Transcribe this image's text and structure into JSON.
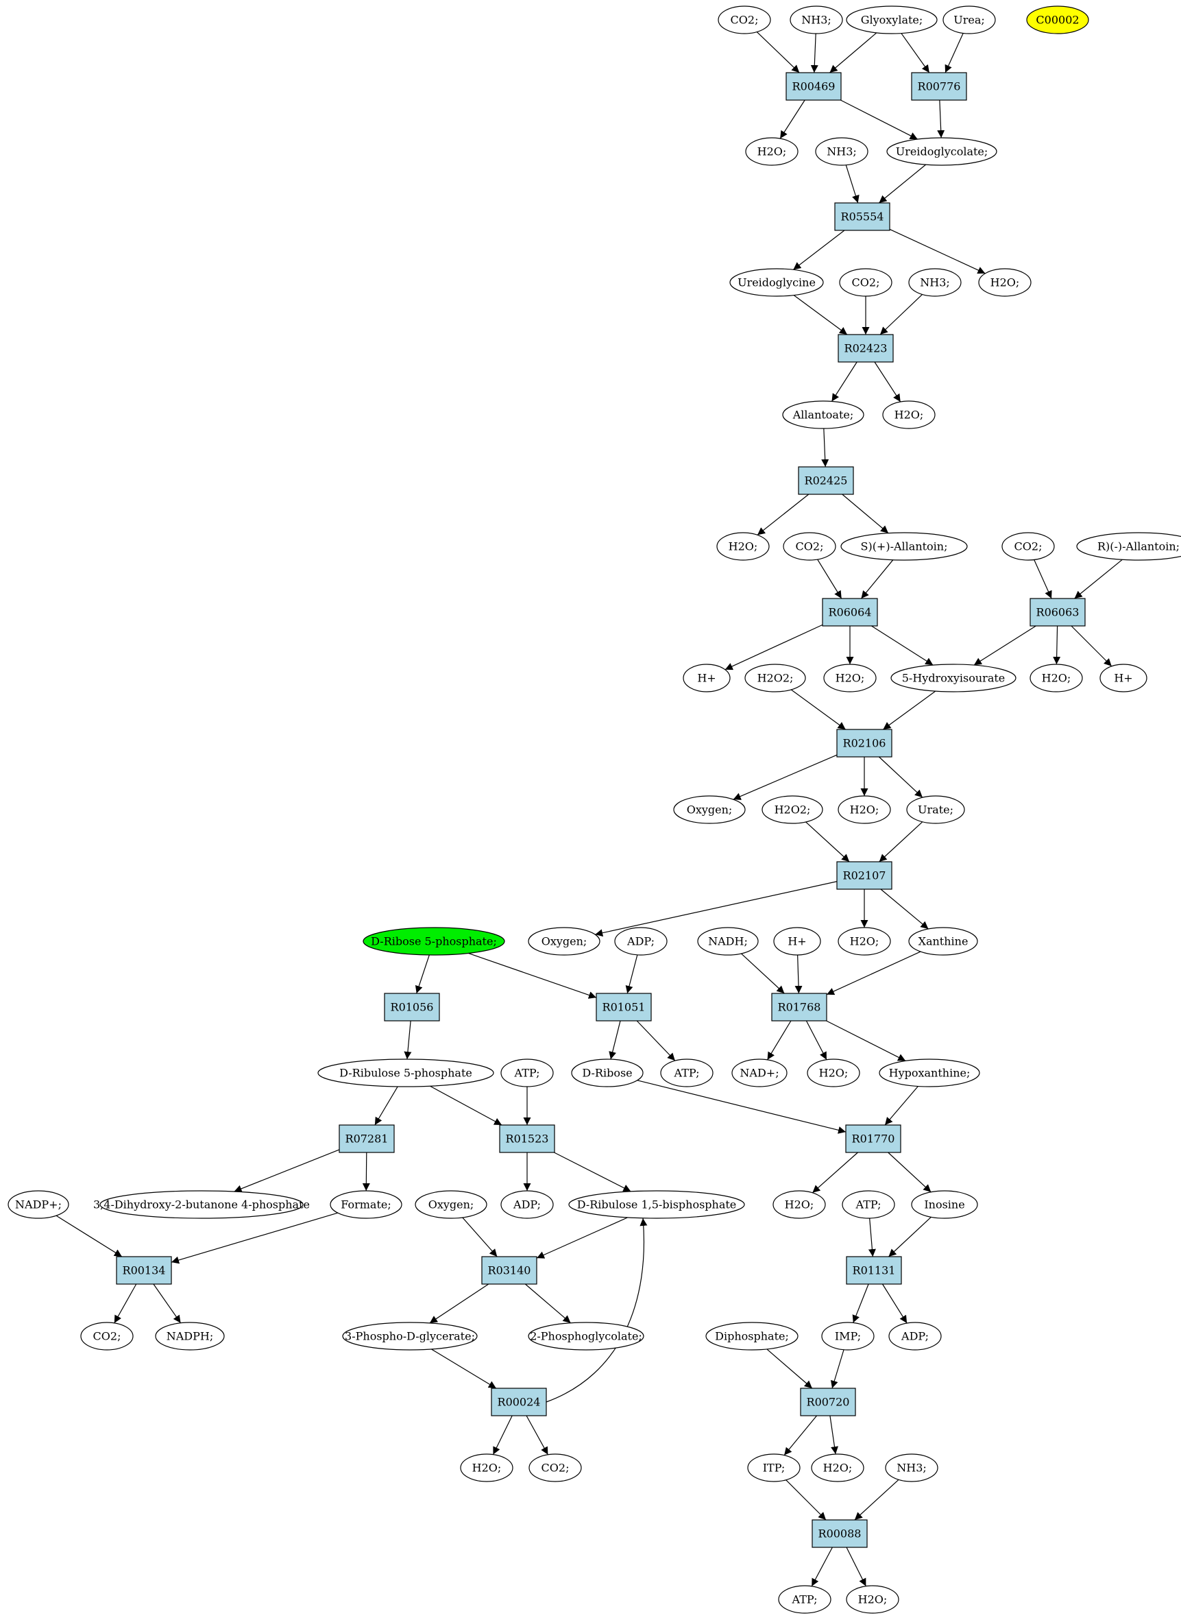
{
  "colors": {
    "reaction_fill": "#add8e6",
    "metabolite_fill": "#ffffff",
    "start_fill": "#00ee00",
    "target_fill": "#ffff00",
    "stroke": "#000000"
  },
  "nodes": [
    {
      "id": "m_co2_1",
      "type": "metabolite",
      "label": "CO2;"
    },
    {
      "id": "m_nh3_1",
      "type": "metabolite",
      "label": "NH3;"
    },
    {
      "id": "m_glyoxylate",
      "type": "metabolite",
      "label": "Glyoxylate;"
    },
    {
      "id": "m_urea",
      "type": "metabolite",
      "label": "Urea;"
    },
    {
      "id": "m_c00002",
      "type": "target",
      "label": "C00002"
    },
    {
      "id": "r_R00469",
      "type": "reaction",
      "label": "R00469"
    },
    {
      "id": "r_R00776",
      "type": "reaction",
      "label": "R00776"
    },
    {
      "id": "m_h2o_1",
      "type": "metabolite",
      "label": "H2O;"
    },
    {
      "id": "m_nh3_2",
      "type": "metabolite",
      "label": "NH3;"
    },
    {
      "id": "m_ureidoglycolate",
      "type": "metabolite",
      "label": "Ureidoglycolate;"
    },
    {
      "id": "r_R05554",
      "type": "reaction",
      "label": "R05554"
    },
    {
      "id": "m_ureidoglycine",
      "type": "metabolite",
      "label": "Ureidoglycine"
    },
    {
      "id": "m_co2_2",
      "type": "metabolite",
      "label": "CO2;"
    },
    {
      "id": "m_nh3_3",
      "type": "metabolite",
      "label": "NH3;"
    },
    {
      "id": "m_h2o_2",
      "type": "metabolite",
      "label": "H2O;"
    },
    {
      "id": "r_R02423",
      "type": "reaction",
      "label": "R02423"
    },
    {
      "id": "m_allantoate",
      "type": "metabolite",
      "label": "Allantoate;"
    },
    {
      "id": "m_h2o_3",
      "type": "metabolite",
      "label": "H2O;"
    },
    {
      "id": "r_R02425",
      "type": "reaction",
      "label": "R02425"
    },
    {
      "id": "m_h2o_4",
      "type": "metabolite",
      "label": "H2O;"
    },
    {
      "id": "m_co2_3",
      "type": "metabolite",
      "label": "CO2;"
    },
    {
      "id": "m_s_allantoin",
      "type": "metabolite",
      "label": "S)(+)-Allantoin;"
    },
    {
      "id": "m_co2_4",
      "type": "metabolite",
      "label": "CO2;"
    },
    {
      "id": "m_r_allantoin",
      "type": "metabolite",
      "label": "R)(-)-Allantoin;"
    },
    {
      "id": "r_R06064",
      "type": "reaction",
      "label": "R06064"
    },
    {
      "id": "r_R06063",
      "type": "reaction",
      "label": "R06063"
    },
    {
      "id": "m_hplus_1",
      "type": "metabolite",
      "label": "H+"
    },
    {
      "id": "m_h2o2_1",
      "type": "metabolite",
      "label": "H2O2;"
    },
    {
      "id": "m_h2o_5",
      "type": "metabolite",
      "label": "H2O;"
    },
    {
      "id": "m_5hydroxyisourate",
      "type": "metabolite",
      "label": "5-Hydroxyisourate"
    },
    {
      "id": "m_h2o_6",
      "type": "metabolite",
      "label": "H2O;"
    },
    {
      "id": "m_hplus_2",
      "type": "metabolite",
      "label": "H+"
    },
    {
      "id": "r_R02106",
      "type": "reaction",
      "label": "R02106"
    },
    {
      "id": "m_oxygen_1",
      "type": "metabolite",
      "label": "Oxygen;"
    },
    {
      "id": "m_h2o2_2",
      "type": "metabolite",
      "label": "H2O2;"
    },
    {
      "id": "m_h2o_7",
      "type": "metabolite",
      "label": "H2O;"
    },
    {
      "id": "m_urate",
      "type": "metabolite",
      "label": "Urate;"
    },
    {
      "id": "r_R02107",
      "type": "reaction",
      "label": "R02107"
    },
    {
      "id": "m_ribose5p",
      "type": "start",
      "label": "D-Ribose 5-phosphate;"
    },
    {
      "id": "m_oxygen_2",
      "type": "metabolite",
      "label": "Oxygen;"
    },
    {
      "id": "m_adp_1",
      "type": "metabolite",
      "label": "ADP;"
    },
    {
      "id": "m_nadh",
      "type": "metabolite",
      "label": "NADH;"
    },
    {
      "id": "m_hplus_3",
      "type": "metabolite",
      "label": "H+"
    },
    {
      "id": "m_h2o_8",
      "type": "metabolite",
      "label": "H2O;"
    },
    {
      "id": "m_xanthine",
      "type": "metabolite",
      "label": "Xanthine"
    },
    {
      "id": "r_R01056",
      "type": "reaction",
      "label": "R01056"
    },
    {
      "id": "r_R01051",
      "type": "reaction",
      "label": "R01051"
    },
    {
      "id": "r_R01768",
      "type": "reaction",
      "label": "R01768"
    },
    {
      "id": "m_ribulose5p",
      "type": "metabolite",
      "label": "D-Ribulose 5-phosphate"
    },
    {
      "id": "m_atp_1",
      "type": "metabolite",
      "label": "ATP;"
    },
    {
      "id": "m_dribose",
      "type": "metabolite",
      "label": "D-Ribose"
    },
    {
      "id": "m_atp_2",
      "type": "metabolite",
      "label": "ATP;"
    },
    {
      "id": "m_nadplus",
      "type": "metabolite",
      "label": "NAD+;"
    },
    {
      "id": "m_h2o_9",
      "type": "metabolite",
      "label": "H2O;"
    },
    {
      "id": "m_hypoxanthine",
      "type": "metabolite",
      "label": "Hypoxanthine;"
    },
    {
      "id": "r_R07281",
      "type": "reaction",
      "label": "R07281"
    },
    {
      "id": "r_R01523",
      "type": "reaction",
      "label": "R01523"
    },
    {
      "id": "r_R01770",
      "type": "reaction",
      "label": "R01770"
    },
    {
      "id": "m_nadpplus",
      "type": "metabolite",
      "label": "NADP+;"
    },
    {
      "id": "m_dhbp",
      "type": "metabolite",
      "label": "3,4-Dihydroxy-2-butanone 4-phosphate"
    },
    {
      "id": "m_formate",
      "type": "metabolite",
      "label": "Formate;"
    },
    {
      "id": "m_oxygen_3",
      "type": "metabolite",
      "label": "Oxygen;"
    },
    {
      "id": "m_adp_2",
      "type": "metabolite",
      "label": "ADP;"
    },
    {
      "id": "m_rubp",
      "type": "metabolite",
      "label": "D-Ribulose 1,5-bisphosphate"
    },
    {
      "id": "m_h2o_10",
      "type": "metabolite",
      "label": "H2O;"
    },
    {
      "id": "m_atp_3",
      "type": "metabolite",
      "label": "ATP;"
    },
    {
      "id": "m_inosine",
      "type": "metabolite",
      "label": "Inosine"
    },
    {
      "id": "r_R00134",
      "type": "reaction",
      "label": "R00134"
    },
    {
      "id": "r_R03140",
      "type": "reaction",
      "label": "R03140"
    },
    {
      "id": "r_R01131",
      "type": "reaction",
      "label": "R01131"
    },
    {
      "id": "m_co2_5",
      "type": "metabolite",
      "label": "CO2;"
    },
    {
      "id": "m_nadph",
      "type": "metabolite",
      "label": "NADPH;"
    },
    {
      "id": "m_3pg",
      "type": "metabolite",
      "label": "3-Phospho-D-glycerate;"
    },
    {
      "id": "m_2pg",
      "type": "metabolite",
      "label": "2-Phosphoglycolate;"
    },
    {
      "id": "m_diphosphate",
      "type": "metabolite",
      "label": "Diphosphate;"
    },
    {
      "id": "m_imp",
      "type": "metabolite",
      "label": "IMP;"
    },
    {
      "id": "m_adp_3",
      "type": "metabolite",
      "label": "ADP;"
    },
    {
      "id": "r_R00024",
      "type": "reaction",
      "label": "R00024"
    },
    {
      "id": "r_R00720",
      "type": "reaction",
      "label": "R00720"
    },
    {
      "id": "m_h2o_11",
      "type": "metabolite",
      "label": "H2O;"
    },
    {
      "id": "m_co2_6",
      "type": "metabolite",
      "label": "CO2;"
    },
    {
      "id": "m_itp",
      "type": "metabolite",
      "label": "ITP;"
    },
    {
      "id": "m_h2o_12",
      "type": "metabolite",
      "label": "H2O;"
    },
    {
      "id": "m_nh3_4",
      "type": "metabolite",
      "label": "NH3;"
    },
    {
      "id": "r_R00088",
      "type": "reaction",
      "label": "R00088"
    },
    {
      "id": "m_atp_4",
      "type": "metabolite",
      "label": "ATP;"
    },
    {
      "id": "m_h2o_13",
      "type": "metabolite",
      "label": "H2O;"
    }
  ],
  "edges": [
    [
      "m_co2_1",
      "r_R00469"
    ],
    [
      "m_nh3_1",
      "r_R00469"
    ],
    [
      "m_glyoxylate",
      "r_R00469"
    ],
    [
      "m_glyoxylate",
      "r_R00776"
    ],
    [
      "m_urea",
      "r_R00776"
    ],
    [
      "r_R00469",
      "m_h2o_1"
    ],
    [
      "r_R00469",
      "m_ureidoglycolate"
    ],
    [
      "r_R00776",
      "m_ureidoglycolate"
    ],
    [
      "m_nh3_2",
      "r_R05554"
    ],
    [
      "m_ureidoglycolate",
      "r_R05554"
    ],
    [
      "r_R05554",
      "m_ureidoglycine"
    ],
    [
      "r_R05554",
      "m_h2o_2"
    ],
    [
      "m_ureidoglycine",
      "r_R02423"
    ],
    [
      "m_co2_2",
      "r_R02423"
    ],
    [
      "m_nh3_3",
      "r_R02423"
    ],
    [
      "r_R02423",
      "m_allantoate"
    ],
    [
      "r_R02423",
      "m_h2o_3"
    ],
    [
      "m_allantoate",
      "r_R02425"
    ],
    [
      "r_R02425",
      "m_h2o_4"
    ],
    [
      "r_R02425",
      "m_s_allantoin"
    ],
    [
      "m_co2_3",
      "r_R06064"
    ],
    [
      "m_s_allantoin",
      "r_R06064"
    ],
    [
      "m_co2_4",
      "r_R06063"
    ],
    [
      "m_r_allantoin",
      "r_R06063"
    ],
    [
      "r_R06064",
      "m_hplus_1"
    ],
    [
      "r_R06064",
      "m_h2o_5"
    ],
    [
      "r_R06064",
      "m_5hydroxyisourate"
    ],
    [
      "r_R06063",
      "m_5hydroxyisourate"
    ],
    [
      "r_R06063",
      "m_h2o_6"
    ],
    [
      "r_R06063",
      "m_hplus_2"
    ],
    [
      "m_h2o2_1",
      "r_R02106"
    ],
    [
      "m_5hydroxyisourate",
      "r_R02106"
    ],
    [
      "r_R02106",
      "m_oxygen_1"
    ],
    [
      "r_R02106",
      "m_h2o_7"
    ],
    [
      "r_R02106",
      "m_urate"
    ],
    [
      "m_h2o2_2",
      "r_R02107"
    ],
    [
      "m_urate",
      "r_R02107"
    ],
    [
      "r_R02107",
      "m_oxygen_2"
    ],
    [
      "r_R02107",
      "m_h2o_8"
    ],
    [
      "r_R02107",
      "m_xanthine"
    ],
    [
      "m_ribose5p",
      "r_R01056"
    ],
    [
      "m_ribose5p",
      "r_R01051"
    ],
    [
      "m_adp_1",
      "r_R01051"
    ],
    [
      "m_nadh",
      "r_R01768"
    ],
    [
      "m_hplus_3",
      "r_R01768"
    ],
    [
      "m_xanthine",
      "r_R01768"
    ],
    [
      "r_R01056",
      "m_ribulose5p"
    ],
    [
      "r_R01051",
      "m_dribose"
    ],
    [
      "r_R01051",
      "m_atp_2"
    ],
    [
      "r_R01768",
      "m_nadplus"
    ],
    [
      "r_R01768",
      "m_h2o_9"
    ],
    [
      "r_R01768",
      "m_hypoxanthine"
    ],
    [
      "m_ribulose5p",
      "r_R07281"
    ],
    [
      "m_ribulose5p",
      "r_R01523"
    ],
    [
      "m_atp_1",
      "r_R01523"
    ],
    [
      "m_dribose",
      "r_R01770"
    ],
    [
      "m_hypoxanthine",
      "r_R01770"
    ],
    [
      "r_R07281",
      "m_dhbp"
    ],
    [
      "r_R07281",
      "m_formate"
    ],
    [
      "r_R01523",
      "m_adp_2"
    ],
    [
      "r_R01523",
      "m_rubp"
    ],
    [
      "r_R01770",
      "m_h2o_10"
    ],
    [
      "r_R01770",
      "m_inosine"
    ],
    [
      "m_nadpplus",
      "r_R00134"
    ],
    [
      "m_formate",
      "r_R00134"
    ],
    [
      "m_oxygen_3",
      "r_R03140"
    ],
    [
      "m_rubp",
      "r_R03140"
    ],
    [
      "m_atp_3",
      "r_R01131"
    ],
    [
      "m_inosine",
      "r_R01131"
    ],
    [
      "r_R00134",
      "m_co2_5"
    ],
    [
      "r_R00134",
      "m_nadph"
    ],
    [
      "r_R03140",
      "m_3pg"
    ],
    [
      "r_R03140",
      "m_2pg"
    ],
    [
      "r_R01131",
      "m_imp"
    ],
    [
      "r_R01131",
      "m_adp_3"
    ],
    [
      "m_3pg",
      "r_R00024"
    ],
    [
      "r_R00024",
      "m_rubp"
    ],
    [
      "r_R00024",
      "m_h2o_11"
    ],
    [
      "r_R00024",
      "m_co2_6"
    ],
    [
      "m_diphosphate",
      "r_R00720"
    ],
    [
      "m_imp",
      "r_R00720"
    ],
    [
      "r_R00720",
      "m_itp"
    ],
    [
      "r_R00720",
      "m_h2o_12"
    ],
    [
      "m_itp",
      "r_R00088"
    ],
    [
      "m_nh3_4",
      "r_R00088"
    ],
    [
      "r_R00088",
      "m_atp_4"
    ],
    [
      "r_R00088",
      "m_h2o_13"
    ]
  ]
}
